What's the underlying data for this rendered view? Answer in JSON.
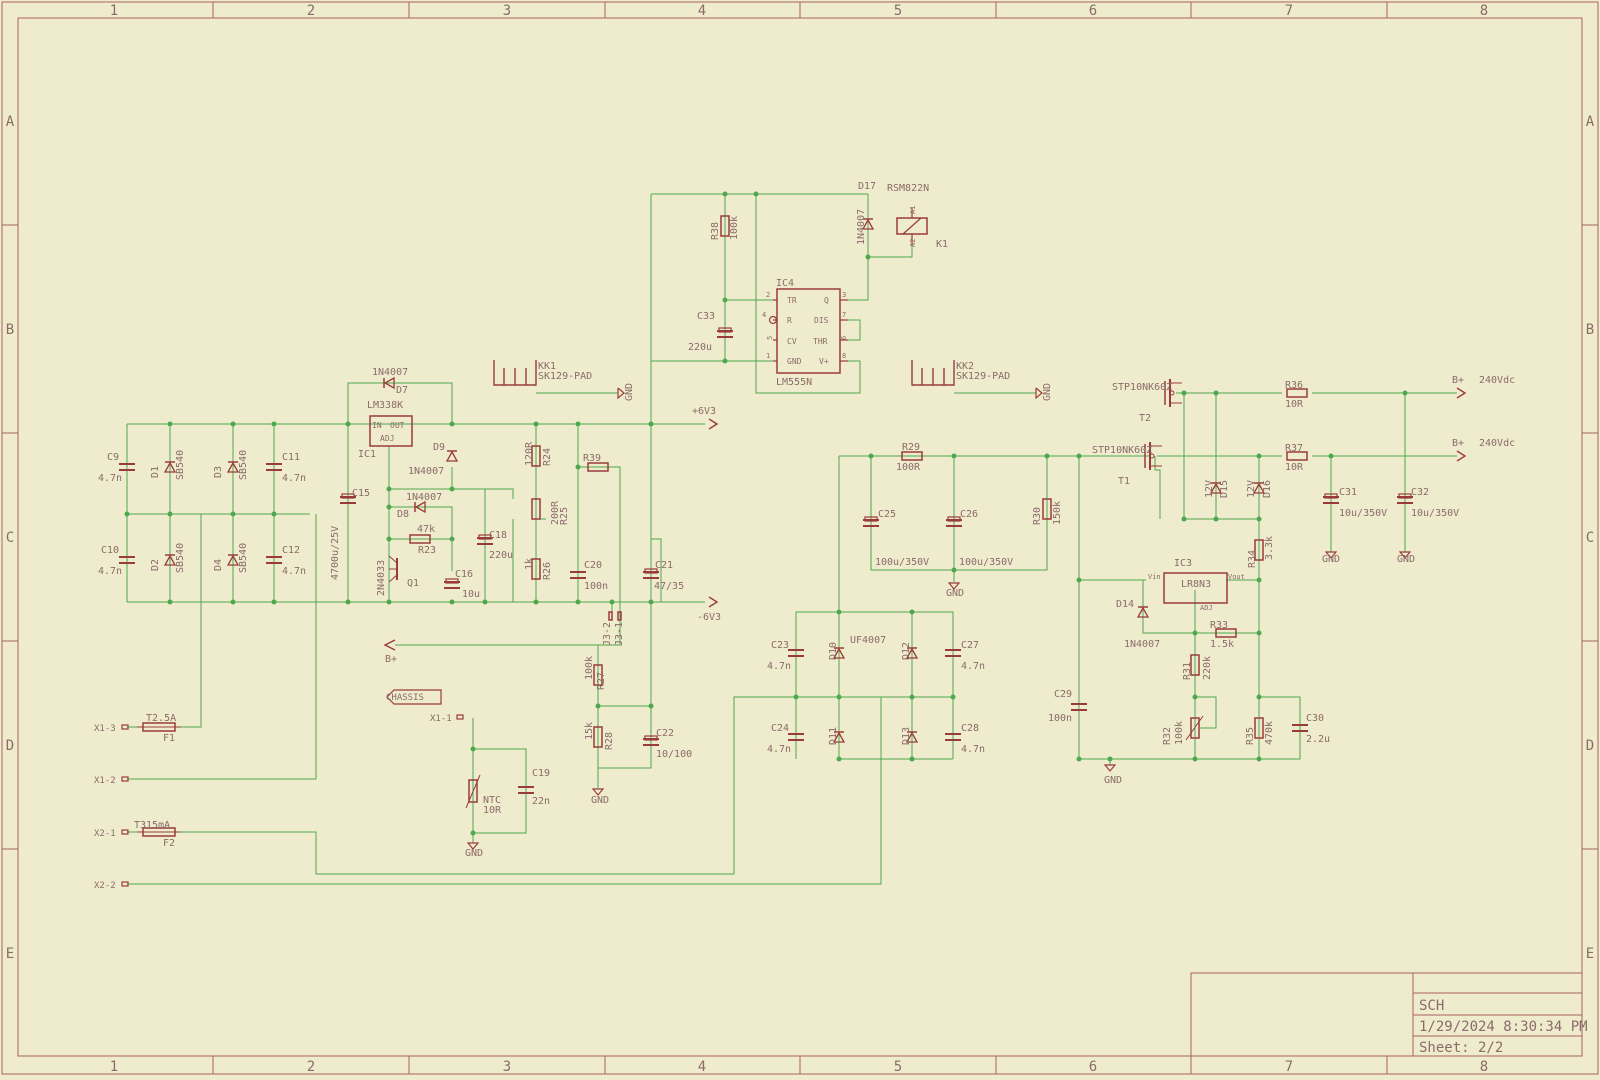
{
  "frame": {
    "columns": [
      "1",
      "2",
      "3",
      "4",
      "5",
      "6",
      "7",
      "8"
    ],
    "rows": [
      "A",
      "B",
      "C",
      "D",
      "E"
    ]
  },
  "title_block": {
    "name": "SCH",
    "date": "1/29/2024 8:30:34 PM",
    "sheet": "Sheet: 2/2"
  },
  "labels": {
    "c9": "C9",
    "c9v": "4.7n",
    "c10": "C10",
    "c10v": "4.7n",
    "d1": "D1",
    "d1v": "SB540",
    "d2": "D2",
    "d2v": "SB540",
    "d3": "D3",
    "d3v": "SB540",
    "d4": "D4",
    "d4v": "SB540",
    "c11": "C11",
    "c11v": "4.7n",
    "c12": "C12",
    "c12v": "4.7n",
    "c15": "C15",
    "c15v": "4700u/25V",
    "ic1v": "LM338K",
    "ic1": "IC1",
    "ic1_in": "IN",
    "ic1_out": "OUT",
    "ic1_adj": "ADJ",
    "d7v": "1N4007",
    "d7": "D7",
    "d9": "D9",
    "d9v": "1N4007",
    "d8v": "1N4007",
    "d8": "D8",
    "r23v": "47k",
    "r23": "R23",
    "q1v": "2N4033",
    "q1": "Q1",
    "c16": "C16",
    "c16v": "10u",
    "c18": "C18",
    "c18v": "220u",
    "r24": "R24",
    "r24v": "120R",
    "r25": "R25",
    "r25v": "200R",
    "r26": "R26",
    "r26v": "1k",
    "c20": "C20",
    "c20v": "100n",
    "r39": "R39",
    "c21": "C21",
    "c21v": "47/35",
    "p6v3": "+6V3",
    "m6v3": "-6V3",
    "j3_2": "J3-2",
    "j3_1": "J3-1",
    "kk1": "KK1",
    "kk1v": "SK129-PAD",
    "gnd_kk1": "GND",
    "kk2": "KK2",
    "kk2v": "SK129-PAD",
    "gnd_kk2": "GND",
    "r38": "R38",
    "r38v": "100k",
    "c33": "C33",
    "c33v": "220u",
    "d17": "D17",
    "d17v": "1N4007",
    "relay": "RSM822N",
    "k1": "K1",
    "a1": "A1",
    "a2": "A2",
    "ic4": "IC4",
    "ic4v": "LM555N",
    "p_tr": "TR",
    "p_q": "Q",
    "p_r": "R",
    "p_dis": "DIS",
    "p_cv": "CV",
    "p_thr": "THR",
    "p_gnd": "GND",
    "p_vp": "V+",
    "pin2": "2",
    "pin3": "3",
    "pin4": "4",
    "pin7": "7",
    "pin5": "5",
    "pin6": "6",
    "pin1": "1",
    "pin8": "8",
    "bplus_left": "B+",
    "r27": "R27",
    "r27v": "100k",
    "r28": "R28",
    "r28v": "15k",
    "c22": "C22",
    "c22v": "10/100",
    "gnd_r28": "GND",
    "chassis": "CHASSIS",
    "x1_1": "X1-1",
    "ntc": "NTC",
    "ntcv": "10R",
    "c19": "C19",
    "c19v": "22n",
    "gnd_ntc": "GND",
    "x1_3": "X1-3",
    "f1v": "T2.5A",
    "f1": "F1",
    "x1_2": "X1-2",
    "x2_1": "X2-1",
    "f2v": "T315mA",
    "f2": "F2",
    "x2_2": "X2-2",
    "r29": "R29",
    "r29v": "100R",
    "c25": "C25",
    "c25v": "100u/350V",
    "c26": "C26",
    "c26v": "100u/350V",
    "r30": "R30",
    "r30v": "150k",
    "gnd_c26": "GND",
    "c23": "C23",
    "c23v": "4.7n",
    "c24": "C24",
    "c24v": "4.7n",
    "d10": "D10",
    "d10v": "UF4007",
    "d11": "D11",
    "d12": "D12",
    "d13": "D13",
    "c27": "C27",
    "c27v": "4.7n",
    "c28": "C28",
    "c28v": "4.7n",
    "t2v": "STP10NK60Z",
    "t2": "T2",
    "t1v": "STP10NK60Z",
    "t1": "T1",
    "r36": "R36",
    "r36v": "10R",
    "r37": "R37",
    "r37v": "10R",
    "bplus_top": "B+",
    "bplus_top_v": "240Vdc",
    "bplus_mid": "B+",
    "bplus_mid_v": "240Vdc",
    "d15": "D15",
    "d15v": "12V",
    "d16": "D16",
    "d16v": "12V",
    "c31": "C31",
    "c31v": "10u/350V",
    "c32": "C32",
    "c32v": "10u/350V",
    "gnd_c31": "GND",
    "gnd_c32": "GND",
    "r34": "R34",
    "r34v": "3.3k",
    "ic3": "IC3",
    "ic3v": "LR8N3",
    "ic3_vin": "Vin",
    "ic3_vout": "Vout",
    "ic3_adj": "ADJ",
    "d14": "D14",
    "d14v": "1N4007",
    "r33": "R33",
    "r33v": "1.5k",
    "r31": "R31",
    "r31v": "220k",
    "r32": "R32",
    "r32v": "100k",
    "r35": "R35",
    "r35v": "470k",
    "c29": "C29",
    "c29v": "100n",
    "c30": "C30",
    "c30v": "2.2u",
    "gnd_bot": "GND"
  },
  "colors": {
    "background": "#efecce",
    "frame": "#a05050",
    "wire": "#4ea84e",
    "part": "#9a3b3b",
    "text": "#8b6a6a"
  }
}
